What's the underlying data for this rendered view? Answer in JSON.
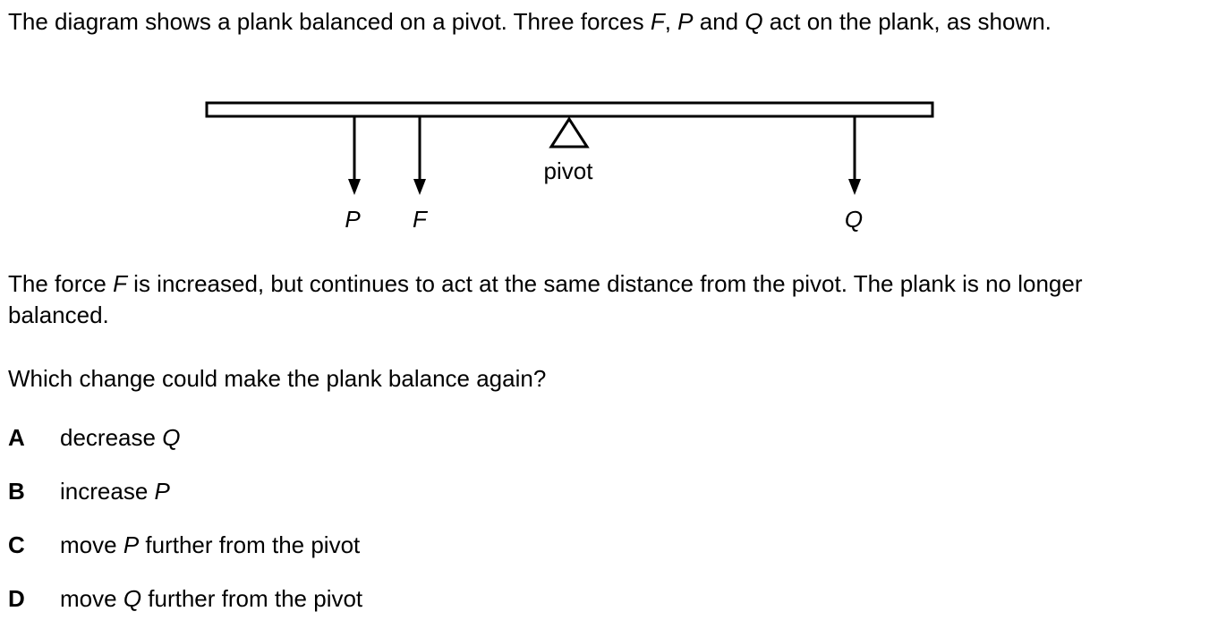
{
  "intro": {
    "part1": "The diagram shows a plank balanced on a pivot. Three forces ",
    "F": "F",
    "sep1": ", ",
    "P": "P",
    "sep2": " and ",
    "Q": "Q",
    "part2": " act on the plank, as shown."
  },
  "diagram": {
    "pivot_label": "pivot",
    "force_labels": {
      "P": "P",
      "F": "F",
      "Q": "Q"
    }
  },
  "change": {
    "part1": "The force ",
    "F": "F",
    "part2": " is increased, but continues to act at the same distance from the pivot. The plank is no longer balanced."
  },
  "question": "Which change could make the plank balance again?",
  "options": [
    {
      "letter": "A",
      "before": "decrease ",
      "var": "Q",
      "after": ""
    },
    {
      "letter": "B",
      "before": "increase ",
      "var": "P",
      "after": ""
    },
    {
      "letter": "C",
      "before": "move ",
      "var": "P",
      "after": " further from the pivot"
    },
    {
      "letter": "D",
      "before": "move ",
      "var": "Q",
      "after": " further from the pivot"
    }
  ]
}
